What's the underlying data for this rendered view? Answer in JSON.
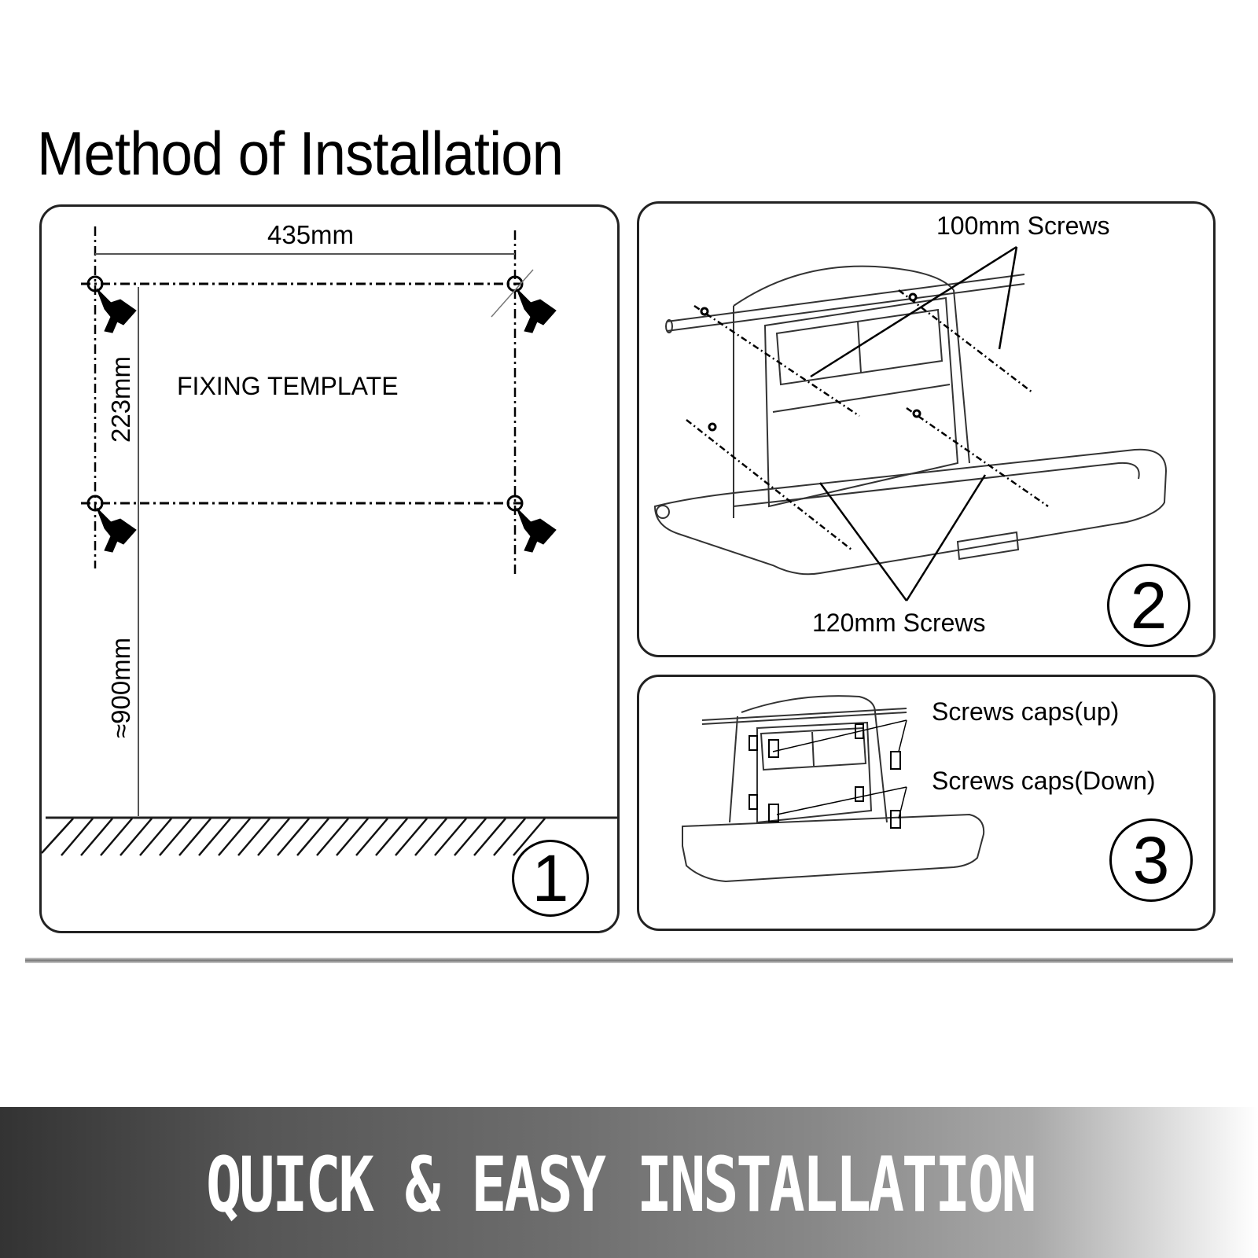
{
  "page": {
    "title": "Method of Installation",
    "banner": "QUICK & EASY INSTALLATION"
  },
  "steps": [
    {
      "number": "1",
      "label": "FIXING TEMPLATE",
      "dimensions": {
        "width": "435mm",
        "hole_spacing_vertical": "223mm",
        "height_from_floor": "≈900mm"
      }
    },
    {
      "number": "2",
      "callouts": {
        "top": "100mm Screws",
        "bottom": "120mm Screws"
      }
    },
    {
      "number": "3",
      "callouts": {
        "up": "Screws caps(up)",
        "down": "Screws caps(Down)"
      }
    }
  ],
  "colors": {
    "line": "#000000",
    "panel_border": "#222222",
    "banner_dark": "#333333",
    "banner_light": "#ffffff",
    "banner_text": "#ffffff"
  }
}
